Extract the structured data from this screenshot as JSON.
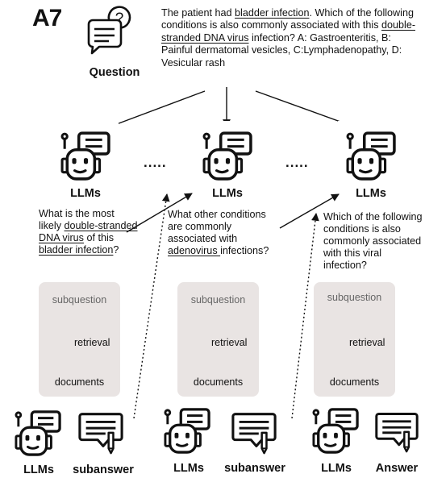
{
  "panel_label": "A7",
  "question": {
    "label": "Question",
    "text": [
      {
        "t": "The patient had ",
        "u": false
      },
      {
        "t": "bladder infection",
        "u": true
      },
      {
        "t": ". Which of the following conditions is also commonly associated with this ",
        "u": false
      },
      {
        "t": "double-stranded DNA virus",
        "u": true
      },
      {
        "t": " infection? A: Gastroenteritis, B: Painful dermatomal vesicles, C:Lymphadenopathy, D: Vesicular rash",
        "u": false
      }
    ]
  },
  "dots": ".....",
  "llm_label": "LLMs",
  "subquestions": [
    [
      {
        "t": "What is the most likely ",
        "u": false
      },
      {
        "t": "double-stranded DNA virus",
        "u": true
      },
      {
        "t": " of this ",
        "u": false
      },
      {
        "t": "bladder infection",
        "u": true
      },
      {
        "t": "?",
        "u": false
      }
    ],
    [
      {
        "t": "What other conditions are commonly associated with ",
        "u": false
      },
      {
        "t": "adenovirus ",
        "u": true
      },
      {
        "t": "infections?",
        "u": false
      }
    ],
    [
      {
        "t": "Which of the following conditions is also commonly associated with this viral infection?",
        "u": false
      }
    ]
  ],
  "pipeline": {
    "subquestion": "subquestion",
    "retrieval": "retrieval",
    "documents": "documents"
  },
  "bottom_labels": {
    "llm": "LLMs",
    "subanswer": "subanswer",
    "answer": "Answer"
  }
}
